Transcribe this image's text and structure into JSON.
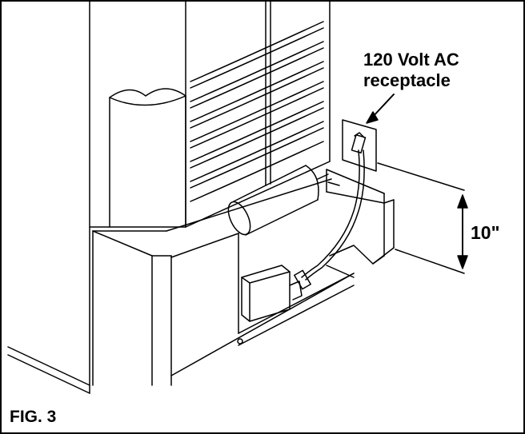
{
  "figure": {
    "label": "FIG. 3"
  },
  "callouts": {
    "receptacle_line1": "120 Volt AC",
    "receptacle_line2": "receptacle",
    "clearance_height": "10\""
  },
  "colors": {
    "ink": "#000000",
    "paper": "#ffffff"
  }
}
